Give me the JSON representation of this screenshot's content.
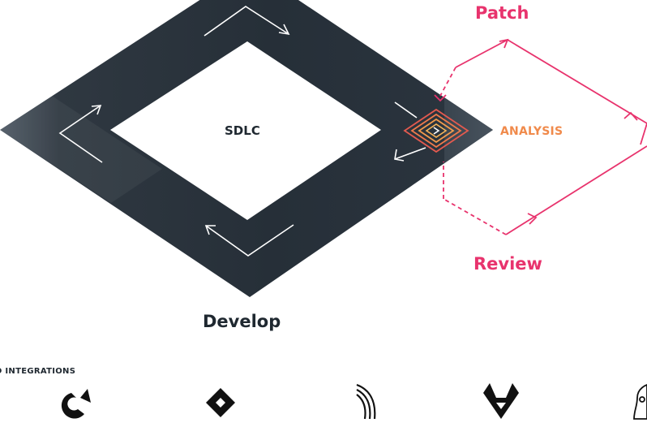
{
  "diagram": {
    "center_label": "SDLC",
    "develop_label": "Develop",
    "analysis_label": "ANALYSIS",
    "patch_label": "Patch",
    "review_label": "Review"
  },
  "integrations": {
    "heading": "D INTEGRATIONS",
    "icons": [
      "circular-c-logo-icon",
      "diamond-logo-icon",
      "signal-arcs-logo-icon",
      "fox-logo-icon",
      "mascot-logo-icon"
    ]
  },
  "colors": {
    "loop_dark": "#27313a",
    "loop_light": "#4a5560",
    "accent_pink": "#e8336d",
    "accent_orange": "#f08a4b",
    "text_dark": "#1f2830"
  }
}
